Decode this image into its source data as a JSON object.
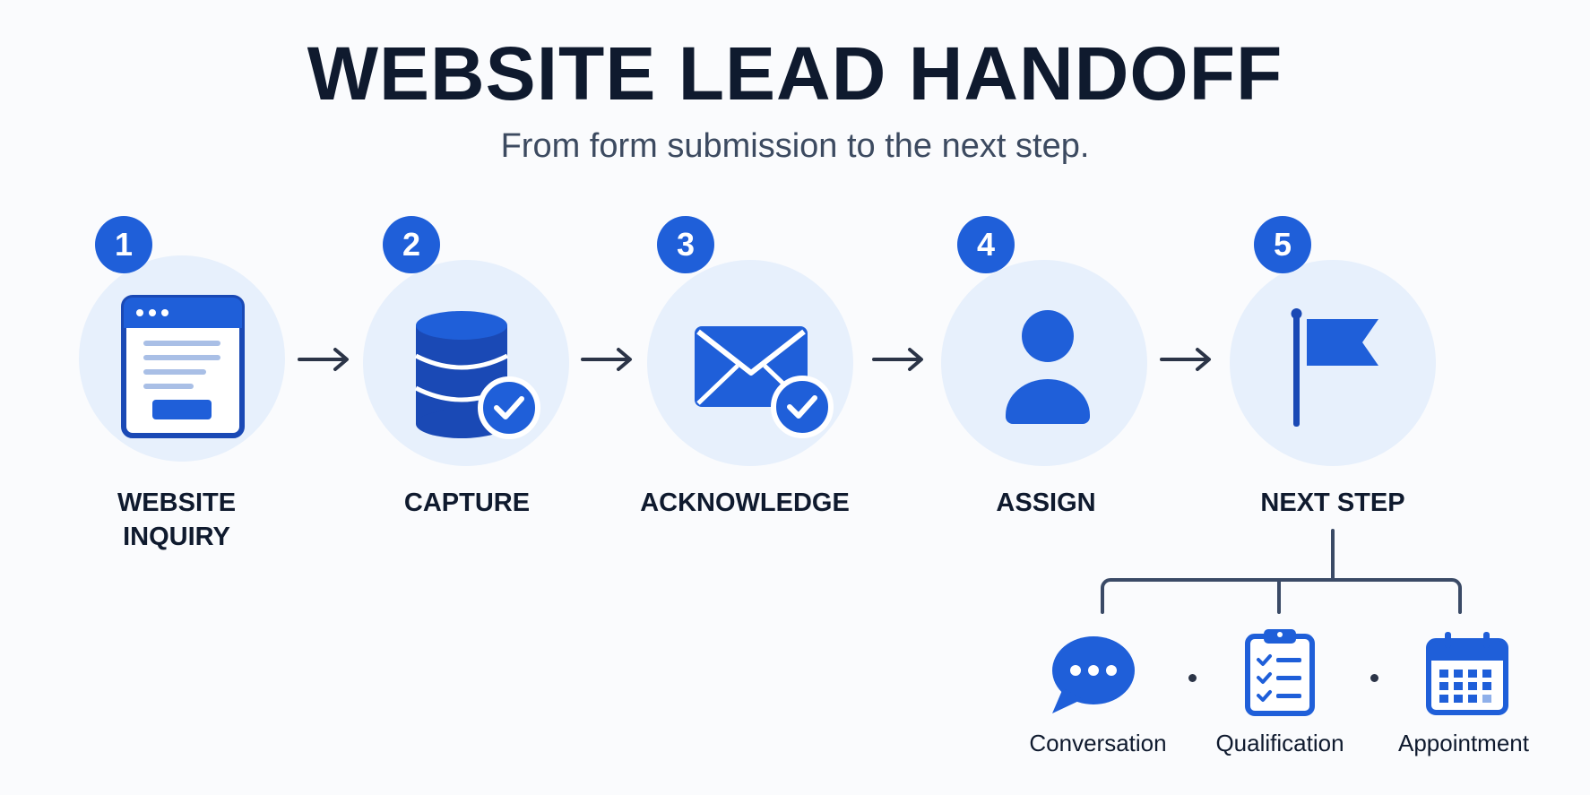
{
  "title": "WEBSITE LEAD HANDOFF",
  "subtitle": "From form submission to the next step.",
  "steps": [
    {
      "number": "1",
      "label": "WEBSITE\nINQUIRY",
      "icon": "browser-form-icon"
    },
    {
      "number": "2",
      "label": "CAPTURE",
      "icon": "database-check-icon"
    },
    {
      "number": "3",
      "label": "ACKNOWLEDGE",
      "icon": "envelope-check-icon"
    },
    {
      "number": "4",
      "label": "ASSIGN",
      "icon": "person-icon"
    },
    {
      "number": "5",
      "label": "NEXT STEP",
      "icon": "flag-icon"
    }
  ],
  "next_step_options": [
    {
      "label": "Conversation",
      "icon": "chat-bubble-icon"
    },
    {
      "label": "Qualification",
      "icon": "clipboard-checklist-icon"
    },
    {
      "label": "Appointment",
      "icon": "calendar-icon"
    }
  ],
  "colors": {
    "accent": "#1f5fd9",
    "circle_bg": "#e7f0fc",
    "text_dark": "#0f1a2e",
    "connector": "#3a4a66"
  }
}
